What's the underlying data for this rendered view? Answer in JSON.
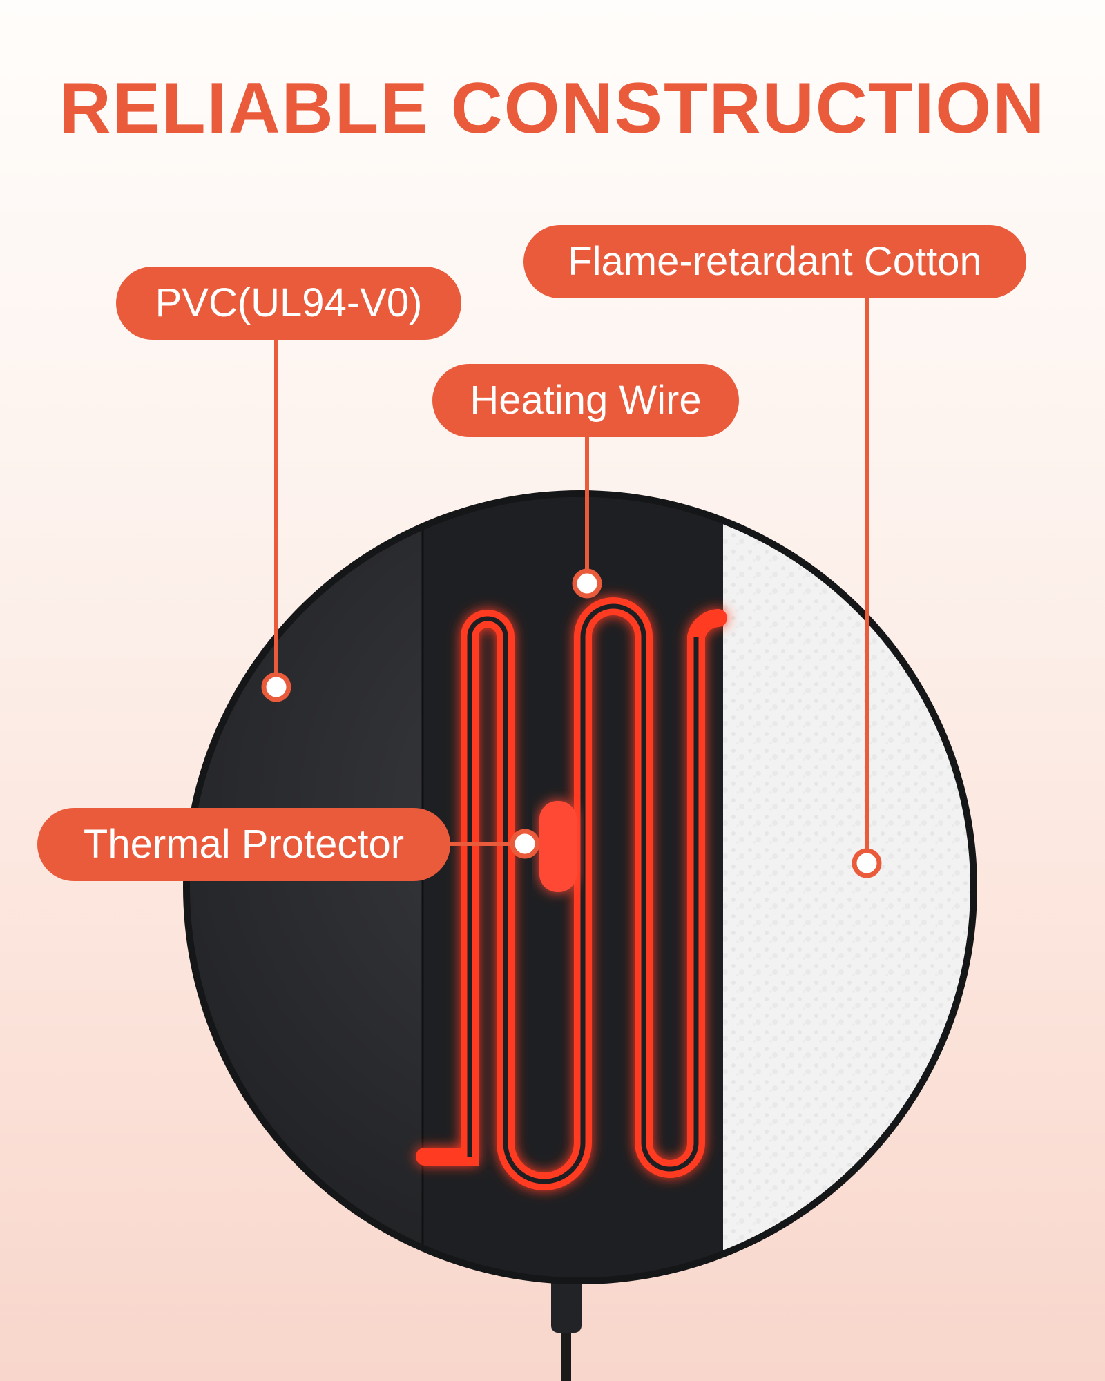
{
  "title": "RELIABLE CONSTRUCTION",
  "labels": {
    "pvc": "PVC(UL94-V0)",
    "cotton": "Flame-retardant Cotton",
    "heating": "Heating Wire",
    "thermal": "Thermal Protector"
  },
  "colors": {
    "accent": "#ea5b3c",
    "pad_dark": "#2a2b2e",
    "wire": "#ff3b22",
    "cotton": "#f1f1f1"
  }
}
